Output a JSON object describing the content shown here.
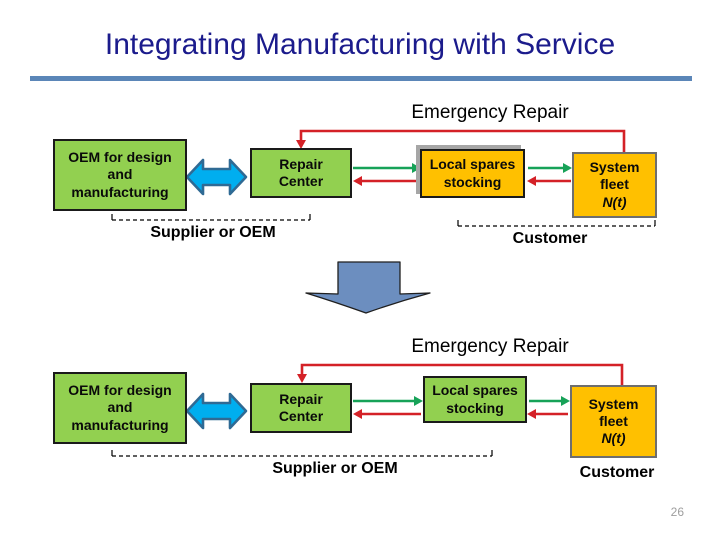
{
  "slide": {
    "title": "Integrating Manufacturing with Service",
    "page_number": "26"
  },
  "colors": {
    "title": "#1B1B8C",
    "title_rule": "#5B86B8",
    "box_green": "#92D050",
    "box_gold": "#FFC000",
    "connector_green": "#17A258",
    "connector_red": "#D42127",
    "double_arrow_fill": "#00AEEF",
    "double_arrow_border": "#2F6A94",
    "big_arrow_fill": "#6C8EBF"
  },
  "diagram_top": {
    "emergency_label": "Emergency Repair",
    "oem_box": {
      "lines": [
        "OEM for design",
        "and",
        "manufacturing"
      ]
    },
    "repair_box": {
      "lines": [
        "Repair",
        "Center"
      ]
    },
    "local_spares_box": {
      "lines": [
        "Local spares",
        "stocking"
      ]
    },
    "system_fleet_box": {
      "lines": [
        "System",
        "fleet",
        "N(t)"
      ]
    },
    "supplier_label": "Supplier or OEM",
    "customer_label": "Customer"
  },
  "diagram_bottom": {
    "emergency_label": "Emergency Repair",
    "oem_box": {
      "lines": [
        "OEM for design",
        "and",
        "manufacturing"
      ]
    },
    "repair_box": {
      "lines": [
        "Repair",
        "Center"
      ]
    },
    "local_spares_box": {
      "lines": [
        "Local spares",
        "stocking"
      ]
    },
    "system_fleet_box": {
      "lines": [
        "System",
        "fleet",
        "N(t)"
      ]
    },
    "supplier_label": "Supplier or OEM",
    "customer_label": "Customer"
  }
}
